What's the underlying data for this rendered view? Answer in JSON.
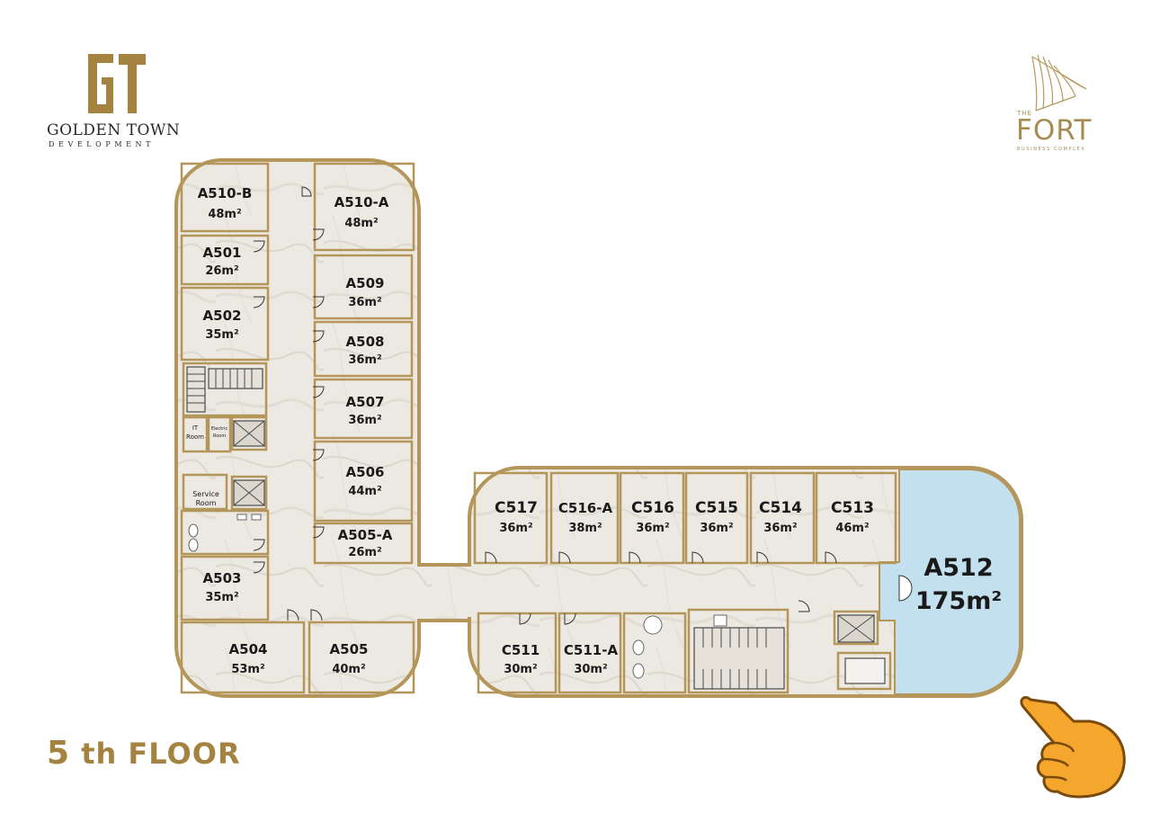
{
  "branding": {
    "developer_mark": "GT",
    "developer_name": "GOLDEN TOWN",
    "developer_sub": "DEVELOPMENT",
    "project_the": "THE",
    "project_name": "FORT",
    "project_sub": "BUSINESS COMPLEX"
  },
  "floor": {
    "number": "5",
    "suffix": " th FLOOR"
  },
  "units": {
    "a510b": {
      "name": "A510-B",
      "area": "48m²"
    },
    "a510a": {
      "name": "A510-A",
      "area": "48m²"
    },
    "a501": {
      "name": "A501",
      "area": "26m²"
    },
    "a509": {
      "name": "A509",
      "area": "36m²"
    },
    "a502": {
      "name": "A502",
      "area": "35m²"
    },
    "a508": {
      "name": "A508",
      "area": "36m²"
    },
    "a507": {
      "name": "A507",
      "area": "36m²"
    },
    "a506": {
      "name": "A506",
      "area": "44m²"
    },
    "a505a": {
      "name": "A505-A",
      "area": "26m²"
    },
    "a503": {
      "name": "A503",
      "area": "35m²"
    },
    "a504": {
      "name": "A504",
      "area": "53m²"
    },
    "a505": {
      "name": "A505",
      "area": "40m²"
    },
    "c517": {
      "name": "C517",
      "area": "36m²"
    },
    "c516a": {
      "name": "C516-A",
      "area": "38m²"
    },
    "c516": {
      "name": "C516",
      "area": "36m²"
    },
    "c515": {
      "name": "C515",
      "area": "36m²"
    },
    "c514": {
      "name": "C514",
      "area": "36m²"
    },
    "c513": {
      "name": "C513",
      "area": "46m²"
    },
    "a512": {
      "name": "A512",
      "area": "175m²"
    },
    "c511": {
      "name": "C511",
      "area": "30m²"
    },
    "c511a": {
      "name": "C511-A",
      "area": "30m²"
    }
  },
  "service_rooms": {
    "it_line1": "IT",
    "it_line2": "Room",
    "electric_line1": "Electric",
    "electric_line2": "Room",
    "service_line1": "Service",
    "service_line2": "Room"
  },
  "colors": {
    "gold": "#a48341",
    "wall": "#b4965a",
    "marble": "#ece8e0",
    "highlight": "#c3e0ef"
  },
  "icons": {
    "pointer": "pointing-hand-icon"
  }
}
